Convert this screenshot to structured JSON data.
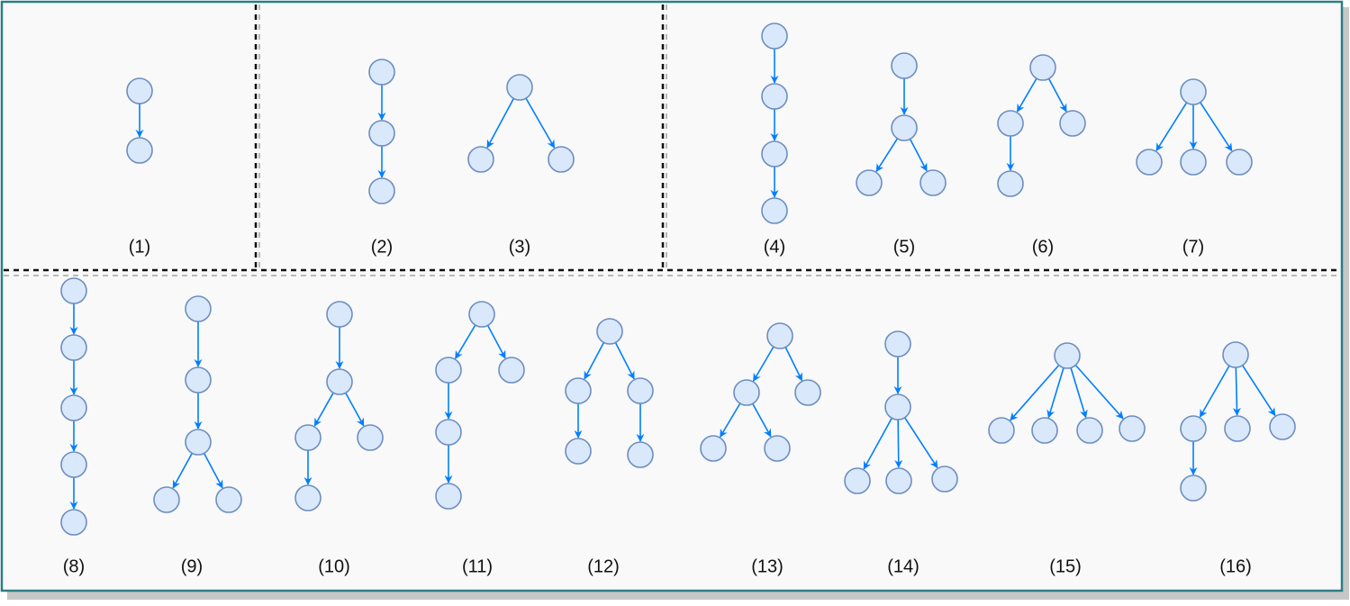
{
  "colors": {
    "node_fill": "#dae8fc",
    "node_stroke": "#6c8ebf",
    "edge": "#007fff",
    "frame_border": "#2e7d86",
    "divider": "#111111"
  },
  "groups": [
    {
      "name": "single-edge",
      "trees": [
        "1"
      ]
    },
    {
      "name": "two-edge",
      "trees": [
        "2",
        "3"
      ]
    },
    {
      "name": "three-edge",
      "trees": [
        "4",
        "5",
        "6",
        "7"
      ]
    },
    {
      "name": "four-edge",
      "trees": [
        "8",
        "9",
        "10",
        "11",
        "12",
        "13",
        "14",
        "15",
        "16"
      ]
    }
  ],
  "trees": [
    {
      "label": "(1)",
      "nodes": 2,
      "edges": [
        [
          0,
          1
        ]
      ]
    },
    {
      "label": "(2)",
      "nodes": 3,
      "edges": [
        [
          0,
          1
        ],
        [
          1,
          2
        ]
      ]
    },
    {
      "label": "(3)",
      "nodes": 3,
      "edges": [
        [
          0,
          1
        ],
        [
          0,
          2
        ]
      ]
    },
    {
      "label": "(4)",
      "nodes": 4,
      "edges": [
        [
          0,
          1
        ],
        [
          1,
          2
        ],
        [
          2,
          3
        ]
      ]
    },
    {
      "label": "(5)",
      "nodes": 4,
      "edges": [
        [
          0,
          1
        ],
        [
          1,
          2
        ],
        [
          1,
          3
        ]
      ]
    },
    {
      "label": "(6)",
      "nodes": 4,
      "edges": [
        [
          0,
          1
        ],
        [
          0,
          2
        ],
        [
          1,
          3
        ]
      ]
    },
    {
      "label": "(7)",
      "nodes": 4,
      "edges": [
        [
          0,
          1
        ],
        [
          0,
          2
        ],
        [
          0,
          3
        ]
      ]
    },
    {
      "label": "(8)",
      "nodes": 5,
      "edges": [
        [
          0,
          1
        ],
        [
          1,
          2
        ],
        [
          2,
          3
        ],
        [
          3,
          4
        ]
      ]
    },
    {
      "label": "(9)",
      "nodes": 5,
      "edges": [
        [
          0,
          1
        ],
        [
          1,
          2
        ],
        [
          2,
          3
        ],
        [
          2,
          4
        ]
      ]
    },
    {
      "label": "(10)",
      "nodes": 5,
      "edges": [
        [
          0,
          1
        ],
        [
          1,
          2
        ],
        [
          1,
          3
        ],
        [
          2,
          4
        ]
      ]
    },
    {
      "label": "(11)",
      "nodes": 5,
      "edges": [
        [
          0,
          1
        ],
        [
          0,
          2
        ],
        [
          1,
          3
        ],
        [
          3,
          4
        ]
      ]
    },
    {
      "label": "(12)",
      "nodes": 5,
      "edges": [
        [
          0,
          1
        ],
        [
          0,
          2
        ],
        [
          1,
          3
        ],
        [
          2,
          4
        ]
      ]
    },
    {
      "label": "(13)",
      "nodes": 5,
      "edges": [
        [
          0,
          1
        ],
        [
          0,
          2
        ],
        [
          1,
          3
        ],
        [
          1,
          4
        ]
      ]
    },
    {
      "label": "(14)",
      "nodes": 5,
      "edges": [
        [
          0,
          1
        ],
        [
          1,
          2
        ],
        [
          1,
          3
        ],
        [
          1,
          4
        ]
      ]
    },
    {
      "label": "(15)",
      "nodes": 5,
      "edges": [
        [
          0,
          1
        ],
        [
          0,
          2
        ],
        [
          0,
          3
        ],
        [
          0,
          4
        ]
      ]
    },
    {
      "label": "(16)",
      "nodes": 5,
      "edges": [
        [
          0,
          1
        ],
        [
          0,
          2
        ],
        [
          0,
          3
        ],
        [
          1,
          4
        ]
      ]
    }
  ]
}
